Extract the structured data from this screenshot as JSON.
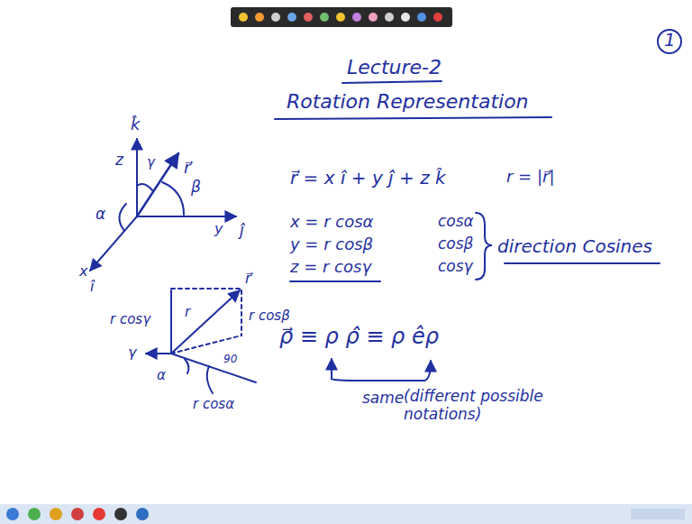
{
  "diagram": {
    "title": "Lecture-2",
    "labels": [
      "1",
      "Rotation Representation",
      "k̂",
      "z",
      "γ",
      "r⃗",
      "β",
      "ĵ",
      "y",
      "α",
      "x",
      "î",
      "r⃗ = x î + y ĵ + z k̂",
      "r = |r⃗|",
      "x = r cosα",
      "y = r cosβ",
      "z = r cosγ",
      "cosα",
      "cosβ",
      "cosγ",
      "direction Cosines",
      "r⃗",
      "r cosγ",
      "r",
      "r cosβ",
      "γ",
      "90",
      "α",
      "r cosα",
      "ρ⃗ ≡ ρ ρ̂ ≡ ρ êρ",
      "same",
      "(different possible notations)"
    ]
  }
}
